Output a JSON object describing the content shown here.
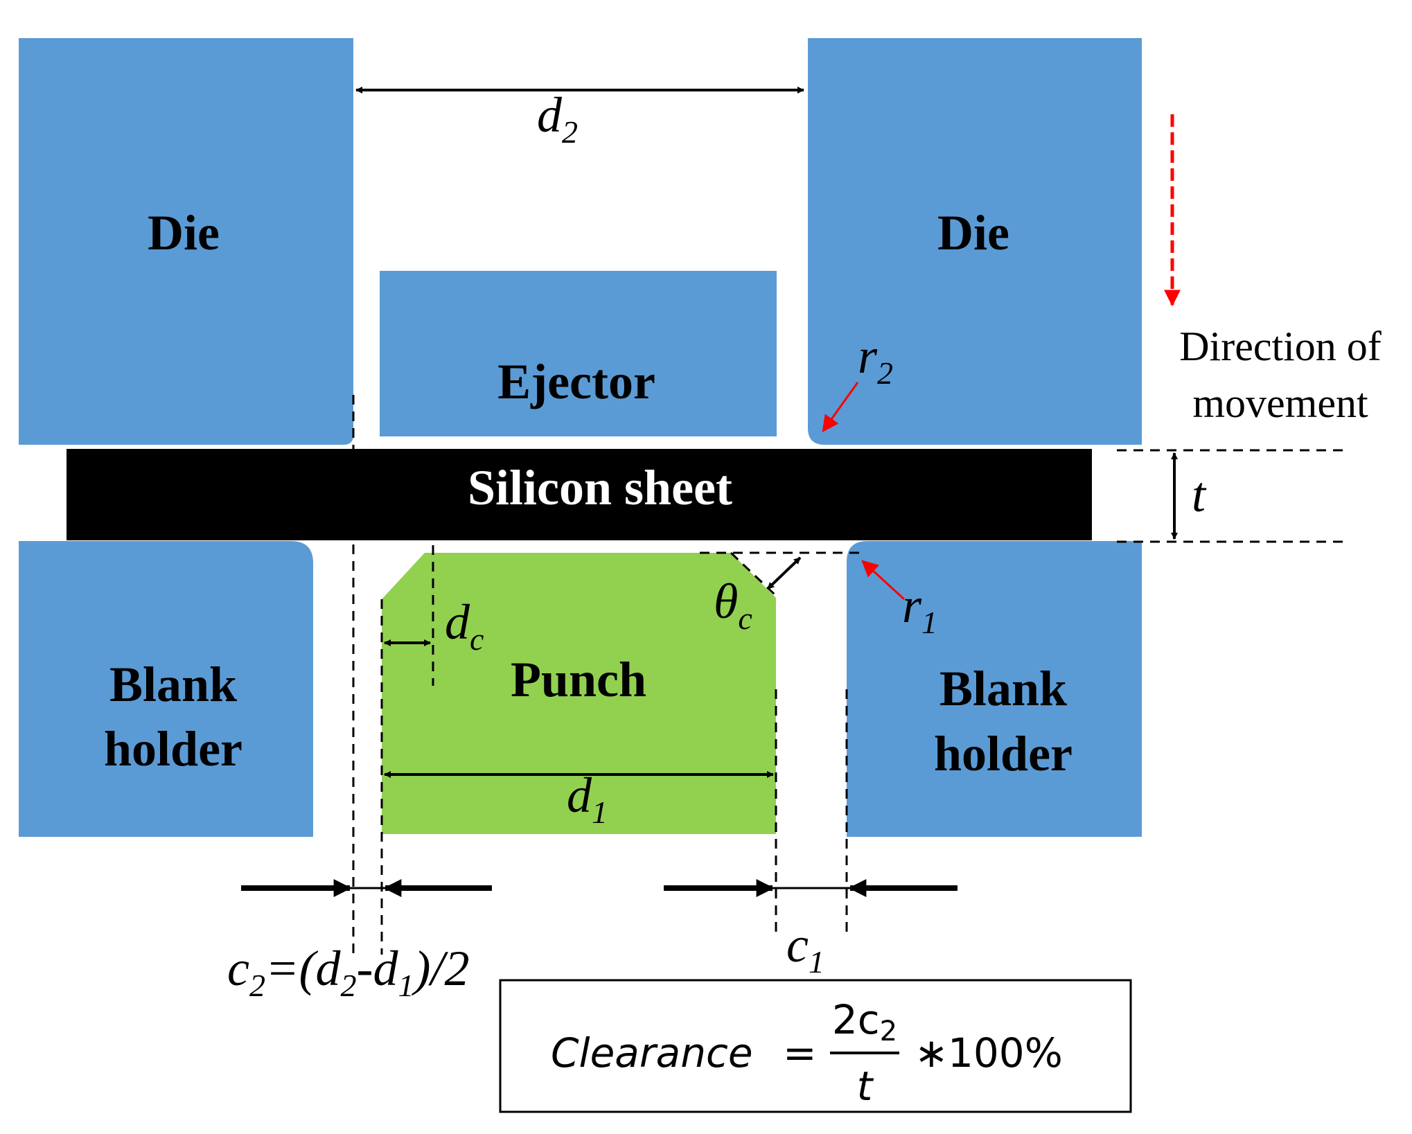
{
  "colors": {
    "tool_blue": "#5b9bd5",
    "punch_green": "#92d050",
    "sheet_black": "#000000",
    "arrow_red": "#ff0000",
    "white": "#ffffff"
  },
  "labels": {
    "die_left": "Die",
    "die_right": "Die",
    "ejector": "Ejector",
    "silicon_sheet": "Silicon sheet",
    "punch": "Punch",
    "blank_holder_left_line1": "Blank",
    "blank_holder_left_line2": "holder",
    "blank_holder_right_line1": "Blank",
    "blank_holder_right_line2": "holder",
    "direction_line1": "Direction of",
    "direction_line2": "movement"
  },
  "symbols": {
    "d2_main": "d",
    "d2_sub": "2",
    "r2_main": "r",
    "r2_sub": "2",
    "r1_main": "r",
    "r1_sub": "1",
    "t": "t",
    "theta_main": "θ",
    "theta_sub": "c",
    "dc_main": "d",
    "dc_sub": "c",
    "d1_main": "d",
    "d1_sub": "1",
    "c1_main": "c",
    "c1_sub": "1"
  },
  "c2_formula": {
    "p1": "c",
    "s1": "2",
    "p2": "=(d",
    "s2": "2",
    "p3": "-d",
    "s3": "1",
    "p4": ")/2"
  },
  "clearance_formula": {
    "lhs": "Clearance",
    "equals": "=",
    "numerator_main": "2c",
    "numerator_sub": "2",
    "denominator": "t",
    "times": "∗",
    "percent": "100%"
  }
}
